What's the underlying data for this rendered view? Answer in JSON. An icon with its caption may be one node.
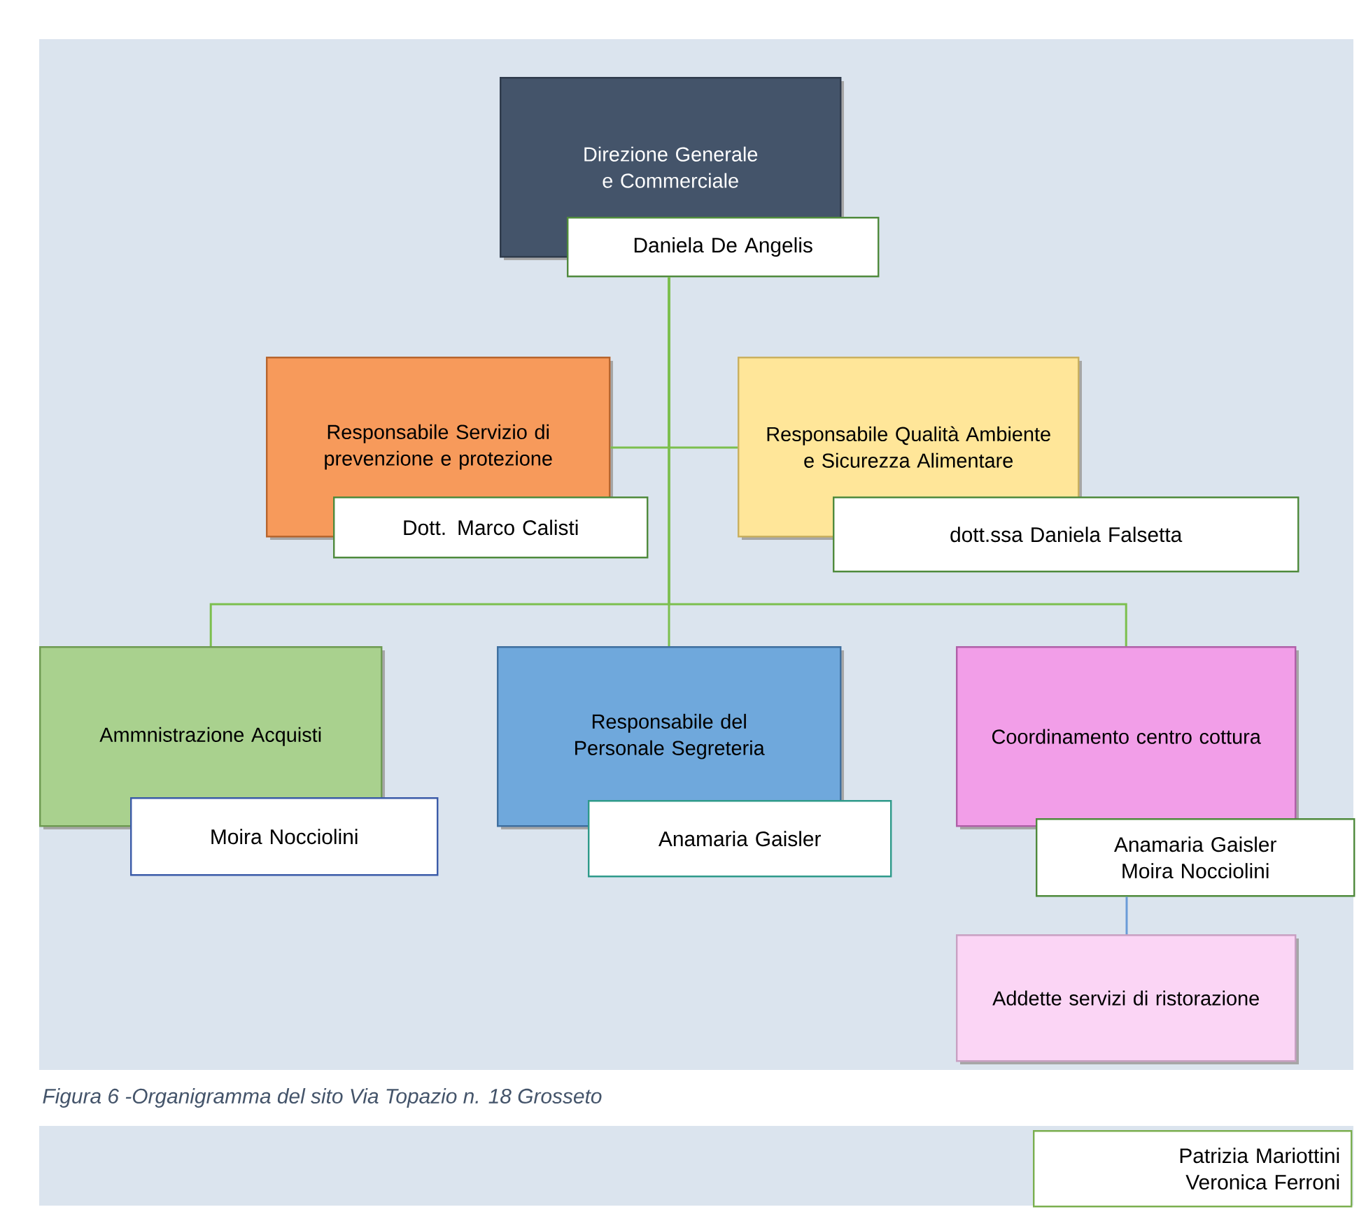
{
  "diagram": {
    "caption": "Figura 6 -Organigramma del sito Via Topazio n. 18 Grosseto",
    "nodes": [
      {
        "text": [
          "Direzione Generale e Commerciale"
        ]
      },
      {
        "text": [
          "Daniela De Angelis"
        ]
      },
      {
        "text": [
          "Responsabile Servizio di prevenzione e protezione"
        ]
      },
      {
        "text": [
          "Dott. Marco Calisti"
        ]
      },
      {
        "text": [
          "Responsabile Qualità Ambiente e Sicurezza Alimentare"
        ]
      },
      {
        "text": [
          "dott.ssa Daniela Falsetta"
        ]
      },
      {
        "text": [
          "Ammnistrazione Acquisti"
        ]
      },
      {
        "text": [
          "Moira Nocciolini"
        ]
      },
      {
        "text": [
          "Responsabile del Personale Segreteria"
        ]
      },
      {
        "text": [
          "Anamaria Gaisler"
        ]
      },
      {
        "text": [
          "Coordinamento centro cottura"
        ]
      },
      {
        "text": [
          "Anamaria Gaisler Moira Nocciolini"
        ]
      },
      {
        "text": [
          "Addette servizi di ristorazione"
        ]
      },
      {
        "text": [
          "Patrizia Mariottini Veronica Ferroni"
        ]
      }
    ],
    "edges": [
      {
        "from": 1,
        "to": 2,
        "arrow": "none"
      },
      {
        "from": 1,
        "to": 4,
        "arrow": "none"
      },
      {
        "from": 1,
        "to": 6,
        "arrow": "none"
      },
      {
        "from": 1,
        "to": 8,
        "arrow": "none"
      },
      {
        "from": 1,
        "to": 10,
        "arrow": "none"
      },
      {
        "from": 11,
        "to": 12,
        "arrow": "none",
        "color": "#6a9bd8"
      }
    ]
  }
}
